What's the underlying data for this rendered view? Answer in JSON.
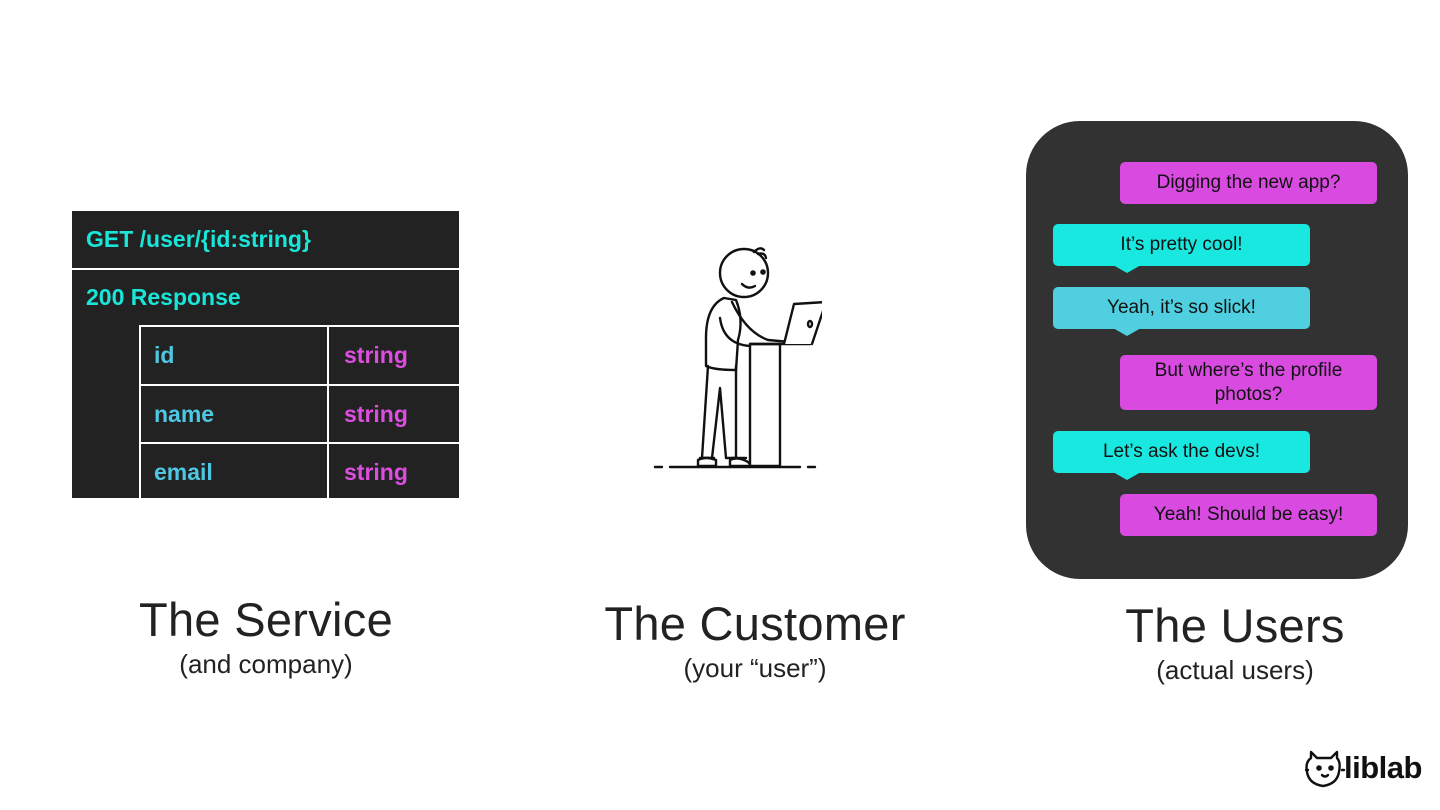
{
  "api_table": {
    "endpoint": "GET /user/{id:string}",
    "response": "200 Response",
    "fields": [
      {
        "name": "id",
        "type": "string"
      },
      {
        "name": "name",
        "type": "string"
      },
      {
        "name": "email",
        "type": "string"
      }
    ],
    "colors": {
      "background": "#222222",
      "endpoint": "#19e6d9",
      "field_name": "#4ec8e2",
      "field_type": "#dd4ee0"
    }
  },
  "captions": {
    "service": {
      "title": "The Service",
      "subtitle": "(and company)"
    },
    "customer": {
      "title": "The Customer",
      "subtitle": "(your “user”)"
    },
    "users": {
      "title": "The Users",
      "subtitle": "(actual users)"
    }
  },
  "chat": {
    "messages": [
      {
        "text": "Digging the new app?",
        "side": "right",
        "color": "#d94be0"
      },
      {
        "text": "It’s pretty cool!",
        "side": "left",
        "color": "#19e8e0"
      },
      {
        "text": "Yeah, it’s so slick!",
        "side": "left",
        "color": "#4fcfe0"
      },
      {
        "text": "But where’s the profile photos?",
        "side": "right",
        "color": "#d94be0"
      },
      {
        "text": "Let’s ask the devs!",
        "side": "left",
        "color": "#19e8e0"
      },
      {
        "text": "Yeah! Should be easy!",
        "side": "right",
        "color": "#d94be0"
      }
    ],
    "phone_color": "#323232"
  },
  "illustration": {
    "icon": "person-at-laptop-icon"
  },
  "logo": {
    "text": "liblab",
    "icon": "llama-icon"
  }
}
